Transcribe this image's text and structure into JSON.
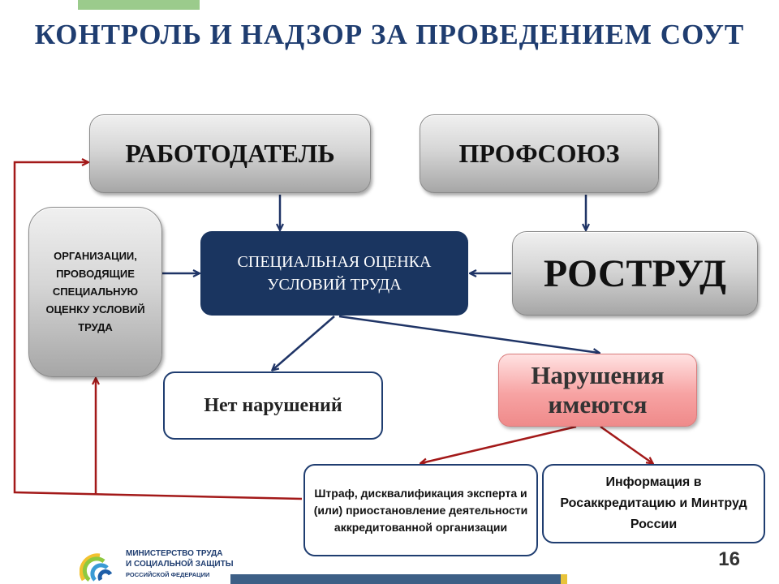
{
  "title": "КОНТРОЛЬ И НАДЗОР ЗА ПРОВЕДЕНИЕМ СОУТ",
  "nodes": {
    "employer": "РАБОТОДАТЕЛЬ",
    "union": "ПРОФСОЮЗ",
    "rostrud": "РОСТРУД",
    "organizations": "ОРГАНИЗАЦИИ, ПРОВОДЯЩИЕ СПЕЦИАЛЬНУЮ ОЦЕНКУ УСЛОВИЙ ТРУДА",
    "sout": "СПЕЦИАЛЬНАЯ ОЦЕНКА УСЛОВИЙ ТРУДА",
    "no_violations": "Нет нарушений",
    "violations": "Нарушения имеются",
    "penalty": "Штраф, дисквалификация эксперта и (или) приостановление деятельности аккредитованной организации",
    "info": "Информация в Росаккредитацию и Минтруд России"
  },
  "footer": {
    "ministry_line1": "МИНИСТЕРСТВО ТРУДА",
    "ministry_line2": "И СОЦИАЛЬНОЙ ЗАЩИТЫ",
    "ministry_line3": "РОССИЙСКОЙ ФЕДЕРАЦИИ",
    "page_number": "16"
  },
  "colors": {
    "navy": "#1a3560",
    "arrow_blue": "#1f3466",
    "arrow_red": "#a31919",
    "title": "#1f3d70"
  }
}
